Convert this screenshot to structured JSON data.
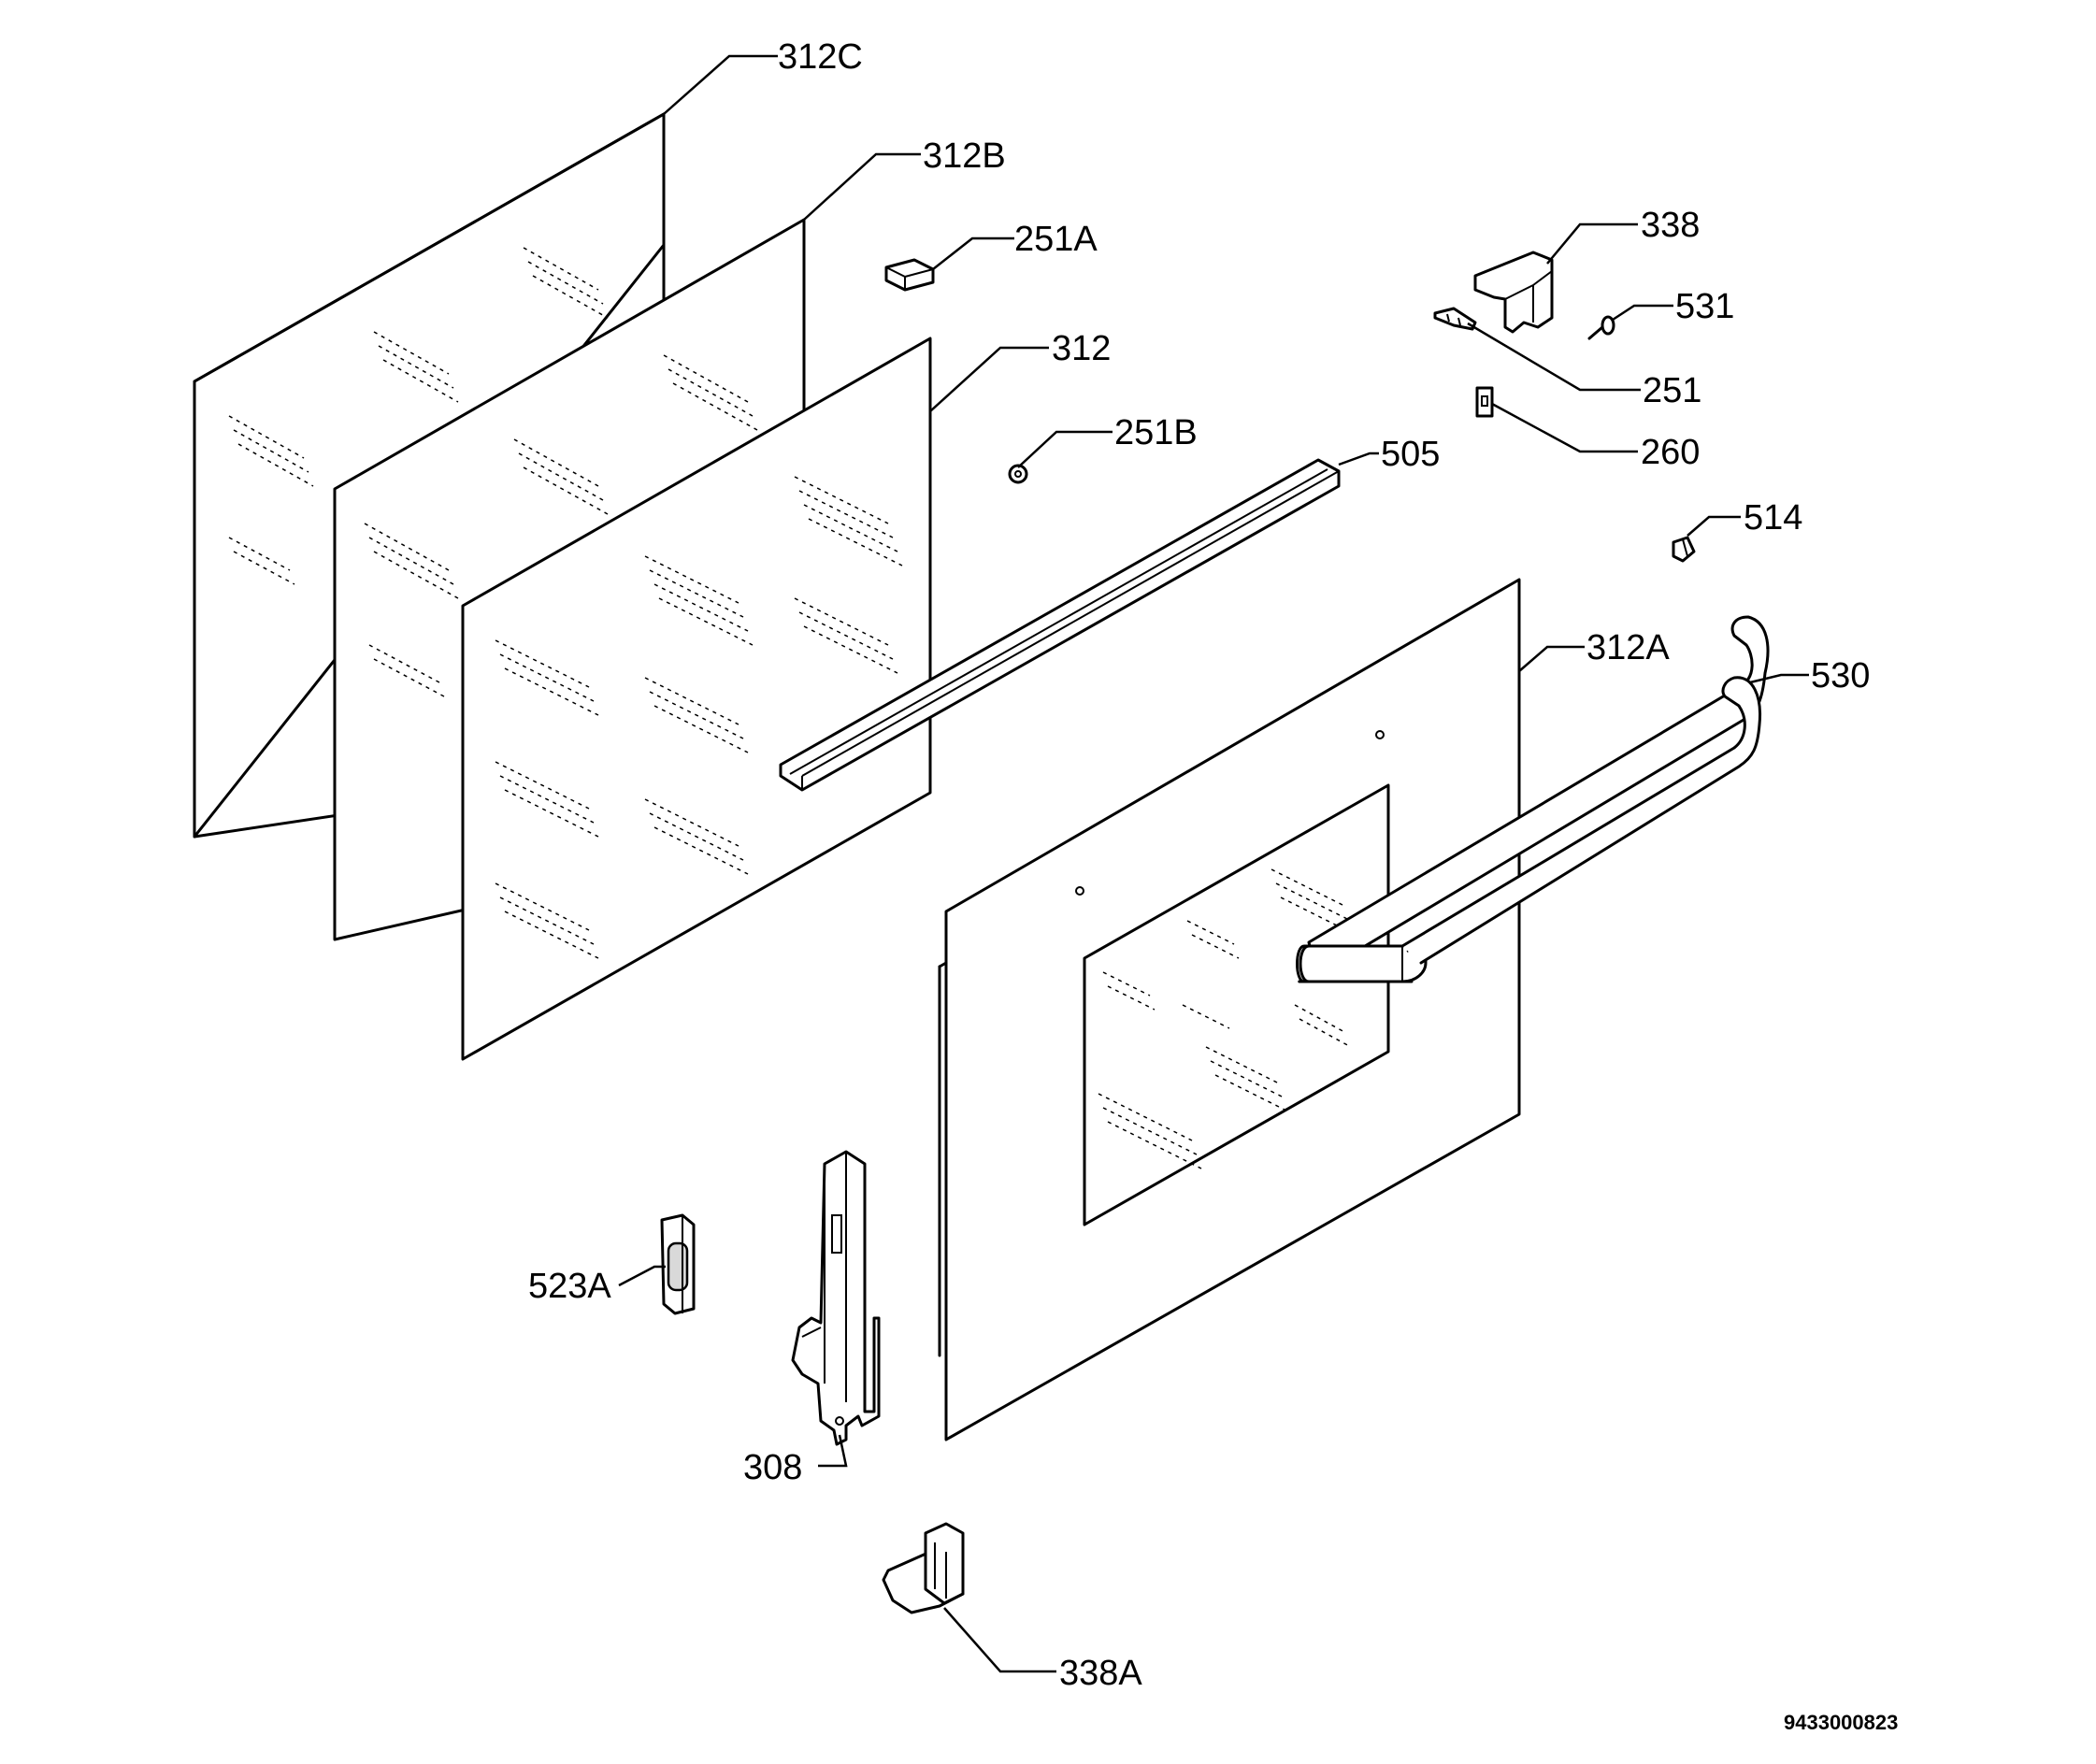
{
  "callouts": {
    "c312C": "312C",
    "c312B": "312B",
    "c251A": "251A",
    "c312": "312",
    "c251B": "251B",
    "c505": "505",
    "c338": "338",
    "c531": "531",
    "c251": "251",
    "c260": "260",
    "c514": "514",
    "c312A": "312A",
    "c530": "530",
    "c523A": "523A",
    "c308": "308",
    "c338A": "338A"
  },
  "drawing_number": "9433000823"
}
